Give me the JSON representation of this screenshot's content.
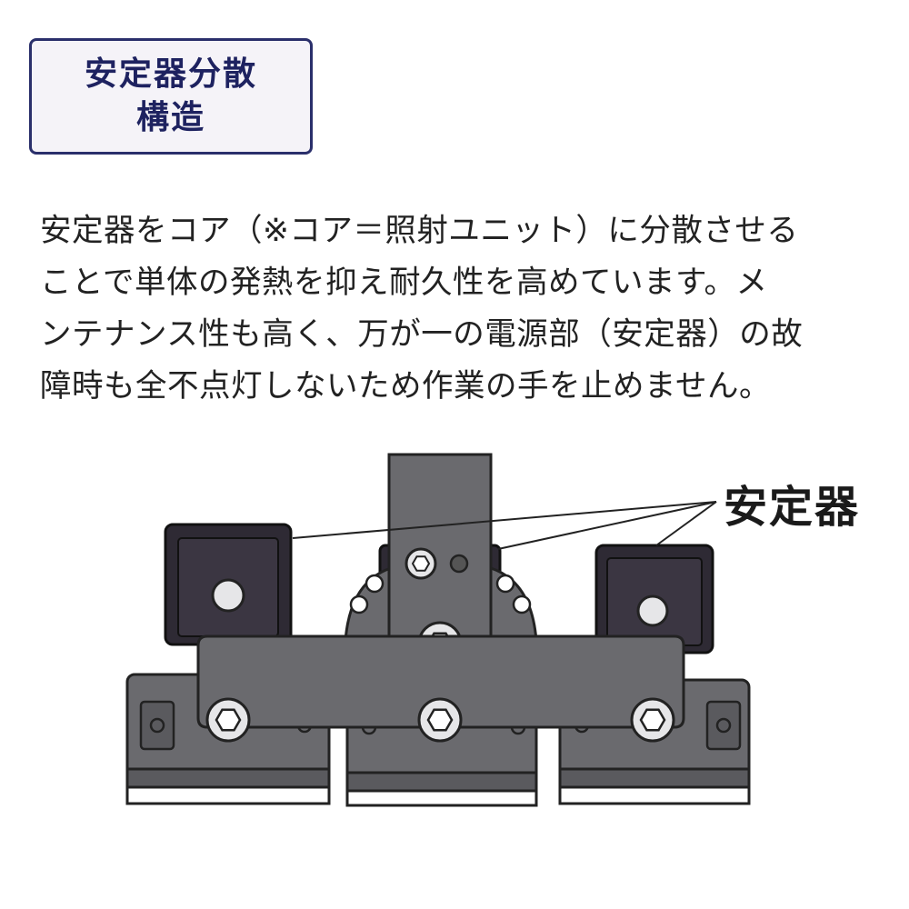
{
  "title": {
    "line1": "安定器分散",
    "line2": "構造"
  },
  "description": {
    "lines": [
      "安定器をコア（※コア＝照射ユニット）に分散させる",
      "ことで単体の発熱を抑え耐久性を高めています。メ",
      "ンテナンス性も高く、万が一の電源部（安定器）の故",
      "障時も全不点灯しないため作業の手を止めません。"
    ]
  },
  "callout": {
    "label": "安定器"
  },
  "colors": {
    "frame_border": "#2a2f6b",
    "title_text": "#1e2260",
    "metal_gray": "#6a6a6e",
    "ballast_dark": "#2e2a34",
    "bolt_light": "#e6e6e8"
  }
}
